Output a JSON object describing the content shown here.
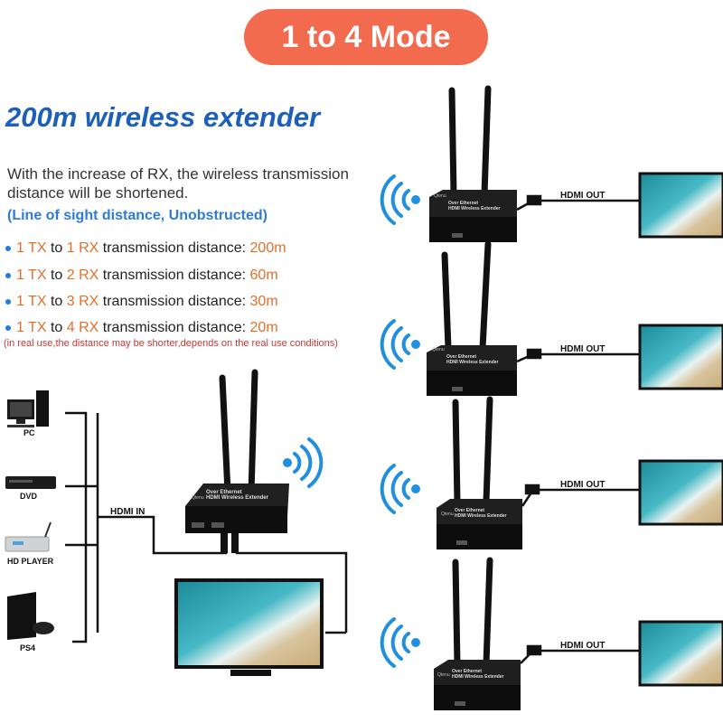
{
  "title_badge": "1 to 4 Mode",
  "headline": "200m wireless extender",
  "description": "With the increase of RX, the wireless transmission distance will be shortened.",
  "line_of_sight": "(Line of sight distance, Unobstructed)",
  "distances": [
    {
      "tx": "1 TX",
      "to": "to",
      "rx": "1 RX",
      "label": "transmission distance:",
      "value": "200m"
    },
    {
      "tx": "1 TX",
      "to": "to",
      "rx": "2 RX",
      "label": "transmission distance:",
      "value": "60m"
    },
    {
      "tx": "1 TX",
      "to": "to",
      "rx": "3 RX",
      "label": "transmission distance:",
      "value": "30m"
    },
    {
      "tx": "1 TX",
      "to": "to",
      "rx": "4 RX",
      "label": "transmission distance:",
      "value": "20m"
    }
  ],
  "note": "(in real use,the distance may be shorter,depends on the real use conditions)",
  "sources": [
    "PC",
    "DVD",
    "HD PLAYER",
    "PS4"
  ],
  "hdmi_in": "HDMI IN",
  "hdmi_out": "HDMI OUT",
  "device": {
    "brand": "Qtenu",
    "line1": "Over Ethernet",
    "line2": "HDMI Wireless Extender"
  },
  "colors": {
    "badge": "#f26b4f",
    "headline": "#1e5fb8",
    "accent_orange": "#e0702a",
    "wifi": "#1f8fe0"
  }
}
